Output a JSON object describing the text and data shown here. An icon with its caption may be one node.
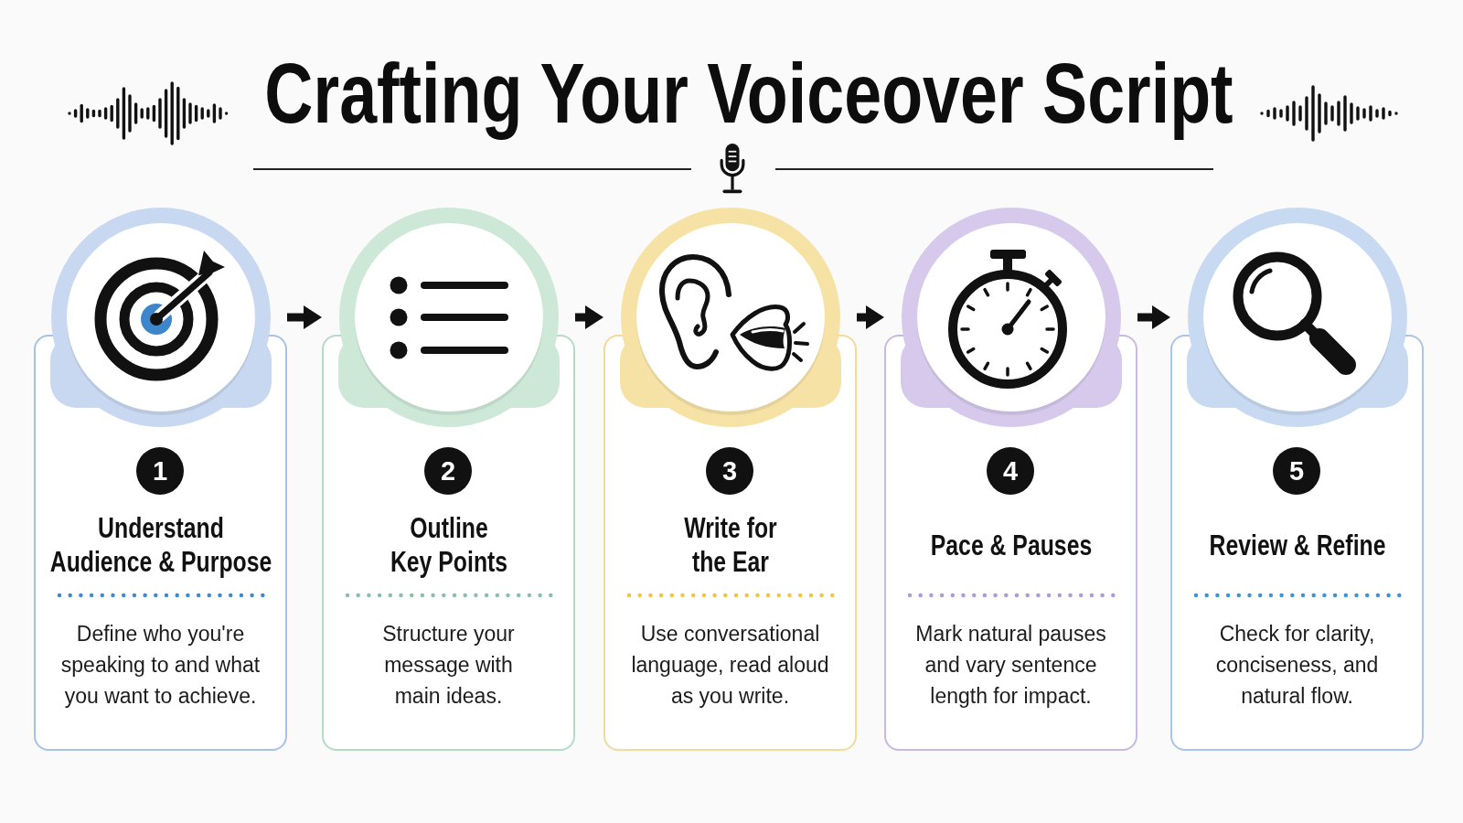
{
  "diagram": {
    "title": "Crafting Your Voiceover Script",
    "nodes": [
      {
        "text": [
          "1",
          "Understand Audience & Purpose",
          "Define who you're speaking to and what you want to achieve."
        ]
      },
      {
        "text": [
          "2",
          "Outline Key Points",
          "Structure your message with main ideas."
        ]
      },
      {
        "text": [
          "3",
          "Write for the Ear",
          "Use conversational language, read aloud as you write."
        ]
      },
      {
        "text": [
          "4",
          "Pace & Pauses",
          "Mark natural pauses and vary sentence length for impact."
        ]
      },
      {
        "text": [
          "5",
          "Review & Refine",
          "Check for clarity, conciseness, and natural flow."
        ]
      }
    ],
    "edges": [
      {
        "from": 0,
        "to": 1,
        "arrow": "to"
      },
      {
        "from": 1,
        "to": 2,
        "arrow": "to"
      },
      {
        "from": 2,
        "to": 3,
        "arrow": "to"
      },
      {
        "from": 3,
        "to": 4,
        "arrow": "to"
      }
    ]
  }
}
